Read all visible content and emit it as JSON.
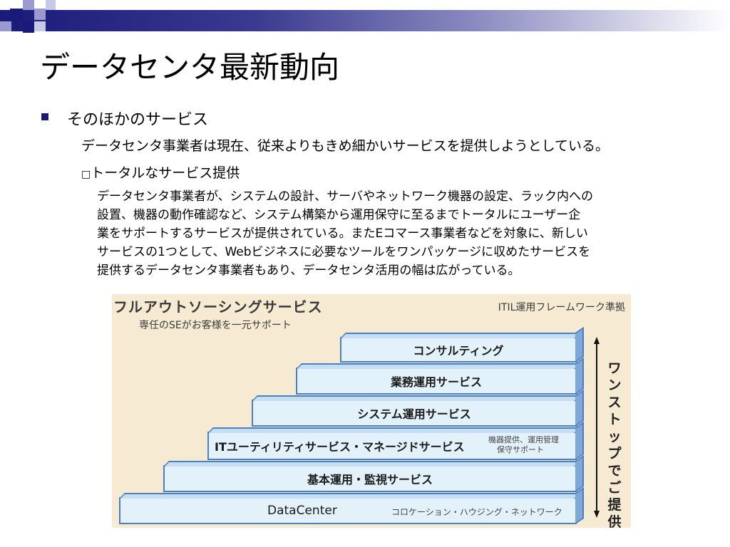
{
  "slide": {
    "title": "データセンタ最新動向",
    "bullet1": "そのほかのサービス",
    "bullet2": "データセンタ事業者は現在、従来よりもきめ細かいサービスを提供しようとしている。",
    "bullet3_box": "□",
    "bullet3": "トータルなサービス提供",
    "paragraph_lines": [
      "データセンタ事業者が、システムの設計、サーバやネットワーク機器の設定、ラック内への",
      "設置、機器の動作確認など、システム構築から運用保守に至るまでトータルにユーザー企",
      "業をサポートするサービスが提供されている。またEコマース事業者などを対象に、新しい",
      "サービスの1つとして、Webビジネスに必要なツールをワンパッケージに収めたサービスを",
      "提供するデータセンタ事業者もあり、データセンタ活用の幅は広がっている。"
    ]
  },
  "diagram": {
    "title": "フルアウトソーシングサービス",
    "subtitle": "専任のSEがお客様を一元サポート",
    "framework": "ITIL運用フレームワーク準拠",
    "vertical_label_chars": [
      "ワ",
      "ン",
      "ス",
      "ト",
      "ッ",
      "プ",
      "で",
      "ご",
      "提",
      "供"
    ],
    "steps": [
      {
        "label": "DataCenter",
        "side": "コロケーション・ハウジング・ネットワーク"
      },
      {
        "label": "基本運用・監視サービス",
        "side": ""
      },
      {
        "label": "ITユーティリティサービス・マネージドサービス",
        "side": "機器提供、運用管理",
        "side2": "保守サポート"
      },
      {
        "label": "システム運用サービス",
        "side": ""
      },
      {
        "label": "業務運用サービス",
        "side": ""
      },
      {
        "label": "コンサルティング",
        "side": ""
      }
    ]
  },
  "colors": {
    "header_dark": "#1a1a7a",
    "bullet": "#1a1a7a",
    "diagram_bg": "#f7ead3",
    "step_fill": "#e3f1fb",
    "step_border": "#4a7fc4"
  }
}
